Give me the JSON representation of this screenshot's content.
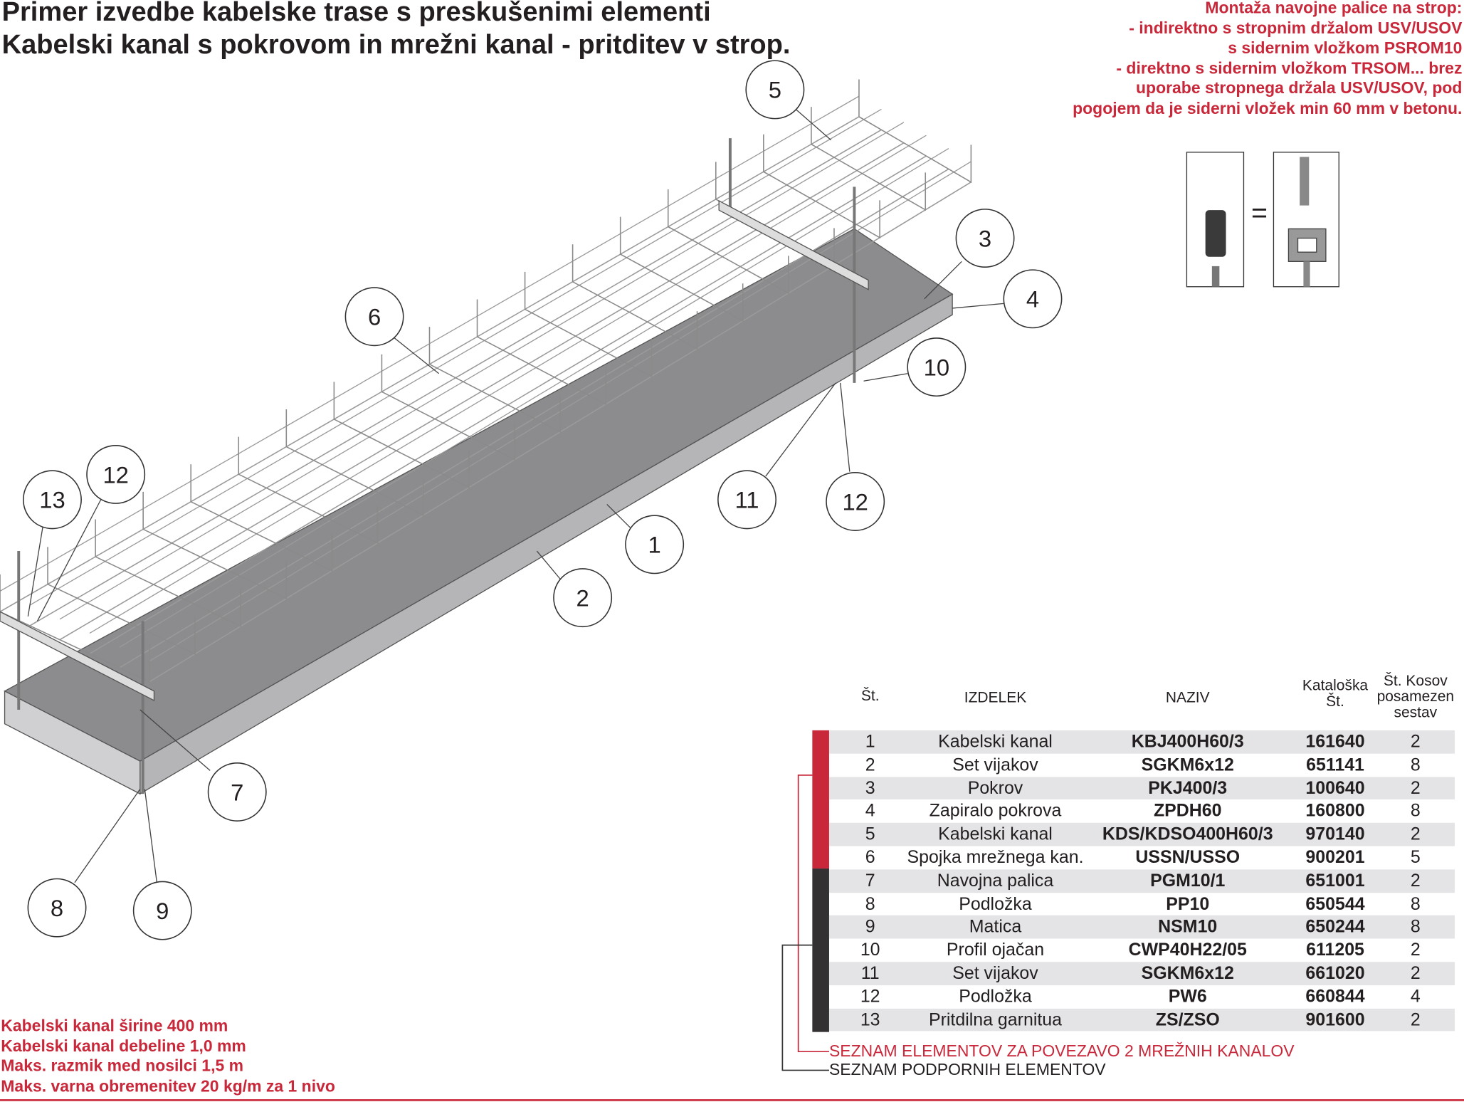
{
  "title": [
    "Primer izvedbe kabelske trase s preskušenimi elementi",
    "Kabelski kanal s pokrovom in mrežni kanal - pritditev v strop."
  ],
  "mounting_note": [
    "Montaža navojne palice na strop:",
    "- indirektno s stropnim držalom USV/USOV",
    "s sidernim vložkom PSROM10",
    "- direktno s sidernim vložkom  TRSOM... brez",
    "uporabe stropnega držala  USV/USOV, pod",
    "pogojem da je siderni vložek min 60 mm v betonu."
  ],
  "inset": {
    "equals": "="
  },
  "callouts": [
    "5",
    "3",
    "4",
    "6",
    "10",
    "12",
    "13",
    "11",
    "12",
    "1",
    "2",
    "7",
    "8",
    "9"
  ],
  "table": {
    "headers": {
      "st": "Št.",
      "izdelek": "IZDELEK",
      "naziv": "NAZIV",
      "kat": [
        "Kataloška",
        "Št."
      ],
      "kos": [
        "Št. Kosov",
        "posamezen",
        "sestav"
      ]
    },
    "rows": [
      [
        "1",
        "Kabelski kanal",
        "KBJ400H60/3",
        "161640",
        "2"
      ],
      [
        "2",
        "Set vijakov",
        "SGKM6x12",
        "651141",
        "8"
      ],
      [
        "3",
        "Pokrov",
        "PKJ400/3",
        "100640",
        "2"
      ],
      [
        "4",
        "Zapiralo pokrova",
        "ZPDH60",
        "160800",
        "8"
      ],
      [
        "5",
        "Kabelski kanal",
        "KDS/KDSO400H60/3",
        "970140",
        "2"
      ],
      [
        "6",
        "Spojka mrežnega kan.",
        "USSN/USSO",
        "900201",
        "5"
      ],
      [
        "7",
        "Navojna palica",
        "PGM10/1",
        "651001",
        "2"
      ],
      [
        "8",
        "Podložka",
        "PP10",
        "650544",
        "8"
      ],
      [
        "9",
        "Matica",
        "NSM10",
        "650244",
        "8"
      ],
      [
        "10",
        "Profil ojačan",
        "CWP40H22/05",
        "611205",
        "2"
      ],
      [
        "11",
        "Set vijakov",
        "SGKM6x12",
        "661020",
        "2"
      ],
      [
        "12",
        "Podložka",
        "PW6",
        "660844",
        "4"
      ],
      [
        "13",
        "Pritdilna garnitua",
        "ZS/ZSO",
        "901600",
        "2"
      ]
    ],
    "legend_red": "SEZNAM ELEMENTOV ZA POVEZAVO 2 MREŽNIH KANALOV",
    "legend_black": "SEZNAM PODPORNIH ELEMENTOV"
  },
  "specs": [
    "Kabelski kanal širine 400 mm",
    "Kabelski kanal debeline 1,0 mm",
    "Maks. razmik med nosilci 1,5 m",
    "Maks. varna obremenitev 20 kg/m za 1 nivo"
  ],
  "colors": {
    "red": "#c8283a",
    "dark": "#333132",
    "tray": "#8c8c8e",
    "row_alt": "#e4e4e6"
  }
}
